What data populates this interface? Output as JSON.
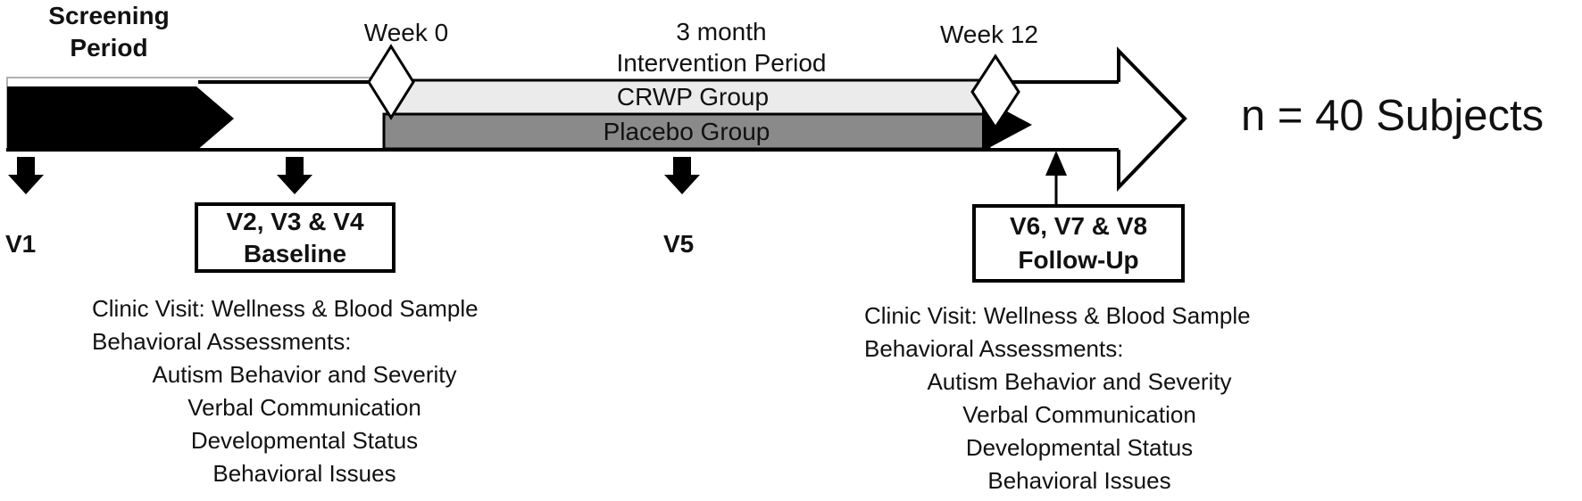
{
  "colors": {
    "crwp_fill": "#ebebeb",
    "placebo_fill": "#8a8a8a",
    "outline": "#000000",
    "band_edge": "#b0b0b0"
  },
  "timeline": {
    "screening_line1": "Screening",
    "screening_line2": "Period",
    "week0_label": "Week 0",
    "intervention_line1": "3 month",
    "intervention_line2": "Intervention Period",
    "week12_label": "Week 12",
    "crwp_group_label": "CRWP Group",
    "placebo_group_label": "Placebo Group",
    "enrollment_label": "n = 40 Subjects"
  },
  "visits": {
    "v1_label": "V1",
    "v5_label": "V5",
    "baseline_box": {
      "line1": "V2, V3 & V4",
      "line2": "Baseline"
    },
    "followup_box": {
      "line1": "V6, V7 & V8",
      "line2": "Follow-Up"
    }
  },
  "assessments": {
    "left": {
      "lines": [
        "Clinic Visit: Wellness & Blood Sample",
        "Behavioral Assessments:",
        "Autism Behavior and Severity",
        "Verbal Communication",
        "Developmental Status",
        "Behavioral Issues"
      ]
    },
    "right": {
      "lines": [
        "Clinic Visit: Wellness & Blood Sample",
        "Behavioral Assessments:",
        "Autism Behavior and Severity",
        "Verbal Communication",
        "Developmental Status",
        "Behavioral Issues"
      ]
    }
  }
}
